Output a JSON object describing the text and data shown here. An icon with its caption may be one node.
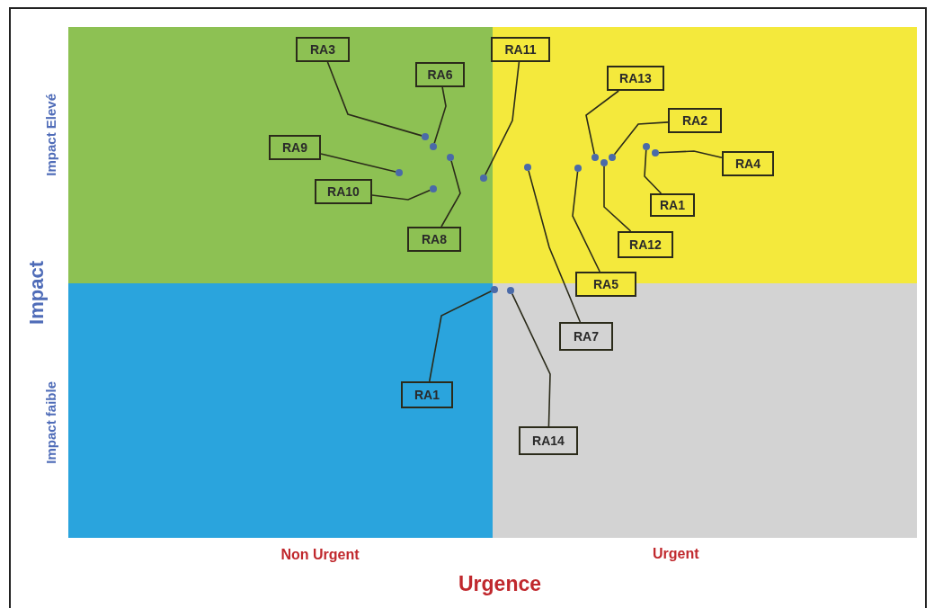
{
  "diagram": {
    "nodes": [
      {
        "text": [
          "RA3"
        ]
      },
      {
        "text": [
          "RA11"
        ]
      },
      {
        "text": [
          "RA6"
        ]
      },
      {
        "text": [
          "RA13"
        ]
      },
      {
        "text": [
          "RA2"
        ]
      },
      {
        "text": [
          "RA9"
        ]
      },
      {
        "text": [
          "RA4"
        ]
      },
      {
        "text": [
          "RA10"
        ]
      },
      {
        "text": [
          "RA1"
        ]
      },
      {
        "text": [
          "RA8"
        ]
      },
      {
        "text": [
          "RA12"
        ]
      },
      {
        "text": [
          "RA5"
        ]
      },
      {
        "text": [
          "RA7"
        ]
      },
      {
        "text": [
          "RA1"
        ]
      },
      {
        "text": [
          "RA14"
        ]
      },
      {
        "text": [],
        "shape": "circle"
      },
      {
        "text": [],
        "shape": "circle"
      },
      {
        "text": [],
        "shape": "circle"
      },
      {
        "text": [],
        "shape": "circle"
      },
      {
        "text": [],
        "shape": "circle"
      },
      {
        "text": [],
        "shape": "circle"
      },
      {
        "text": [],
        "shape": "circle"
      },
      {
        "text": [],
        "shape": "circle"
      },
      {
        "text": [],
        "shape": "circle"
      },
      {
        "text": [],
        "shape": "circle"
      },
      {
        "text": [],
        "shape": "circle"
      },
      {
        "text": [],
        "shape": "circle"
      },
      {
        "text": [],
        "shape": "circle"
      },
      {
        "text": [],
        "shape": "circle"
      },
      {
        "text": [],
        "shape": "circle"
      }
    ],
    "edges": [
      {
        "from": 0,
        "to": 16,
        "arrow": "none"
      },
      {
        "from": 1,
        "to": 20,
        "arrow": "none"
      },
      {
        "from": 2,
        "to": 17,
        "arrow": "none"
      },
      {
        "from": 3,
        "to": 25,
        "arrow": "none"
      },
      {
        "from": 4,
        "to": 27,
        "arrow": "none"
      },
      {
        "from": 5,
        "to": 15,
        "arrow": "none"
      },
      {
        "from": 6,
        "to": 29,
        "arrow": "none"
      },
      {
        "from": 7,
        "to": 18,
        "arrow": "none"
      },
      {
        "from": 8,
        "to": 28,
        "arrow": "none"
      },
      {
        "from": 9,
        "to": 19,
        "arrow": "none"
      },
      {
        "from": 10,
        "to": 26,
        "arrow": "none"
      },
      {
        "from": 11,
        "to": 24,
        "arrow": "none"
      },
      {
        "from": 12,
        "to": 23,
        "arrow": "none"
      },
      {
        "from": 13,
        "to": 21,
        "arrow": "none"
      },
      {
        "from": 14,
        "to": 22,
        "arrow": "none"
      }
    ],
    "labels": [
      "Impact Elevé",
      "Impact",
      "Impact faible",
      "Non Urgent",
      "Urgent",
      "Urgence"
    ]
  }
}
